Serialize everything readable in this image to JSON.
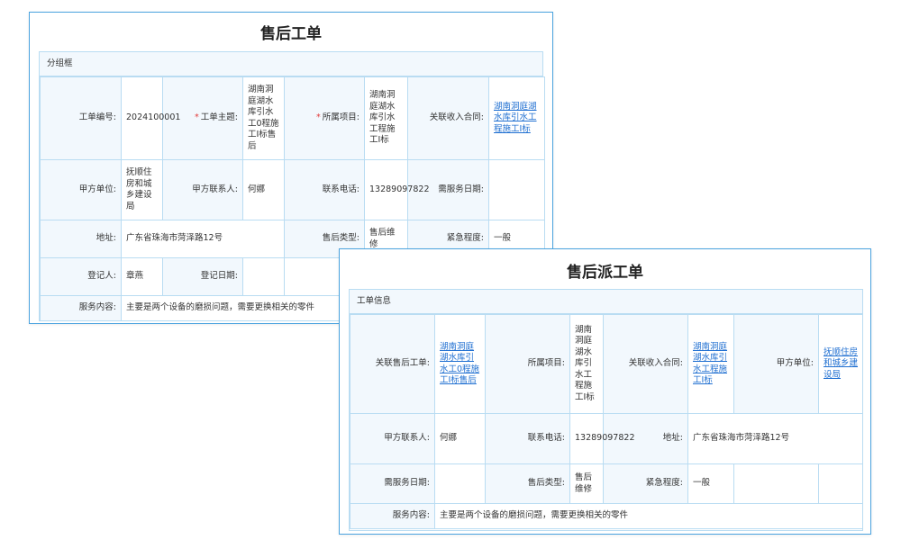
{
  "form1": {
    "title": "售后工单",
    "group_title": "分组框",
    "rows": [
      {
        "l1": "工单编号:",
        "v1": "2024100001",
        "l2": "工单主题:",
        "v2": "湖南洞庭湖水库引水工0程施工I标售后",
        "l3": "所属项目:",
        "v3": "湖南洞庭湖水库引水工程施工I标",
        "l4": "关联收入合同:",
        "v4": "湖南洞庭湖水库引水工程施工I标"
      },
      {
        "l1": "甲方单位:",
        "v1": "抚顺住房和城乡建设局",
        "l2": "甲方联系人:",
        "v2": "何娜",
        "l3": "联系电话:",
        "v3": "13289097822",
        "l4": "需服务日期:",
        "v4": ""
      },
      {
        "l1": "地址:",
        "v1": "广东省珠海市菏泽路12号",
        "l3": "售后类型:",
        "v3": "售后维修",
        "l4": "紧急程度:",
        "v4": "一般"
      },
      {
        "l1": "登记人:",
        "v1": "章燕",
        "l2": "登记日期:",
        "v2": ""
      },
      {
        "l1": "服务内容:",
        "v1": "主要是两个设备的磨损问题，需要更换相关的零件"
      }
    ]
  },
  "form2": {
    "title": "售后派工单",
    "group_title": "工单信息",
    "rows": [
      {
        "l1": "关联售后工单:",
        "v1": "湖南洞庭湖水库引水工0程施工I标售后",
        "l2": "所属项目:",
        "v2": "湖南洞庭湖水库引水工程施工I标",
        "l3": "关联收入合同:",
        "v3": "湖南洞庭湖水库引水工程施工I标",
        "l4": "甲方单位:",
        "v4": "抚顺住房和城乡建设局"
      },
      {
        "l1": "甲方联系人:",
        "v1": "何娜",
        "l2": "联系电话:",
        "v2": "13289097822",
        "l3": "地址:",
        "v3": "广东省珠海市菏泽路12号"
      },
      {
        "l1": "需服务日期:",
        "v1": "",
        "l2": "售后类型:",
        "v2": "售后维修",
        "l3": "紧急程度:",
        "v3": "一般"
      },
      {
        "l1": "服务内容:",
        "v1": "主要是两个设备的磨损问题，需要更换相关的零件"
      }
    ]
  },
  "colors": {
    "border": "#4aa3df",
    "cell_border": "#b9dcf2",
    "label_bg": "#f2f8fd",
    "link": "#1f6fd1",
    "required": "#e23b3b"
  }
}
